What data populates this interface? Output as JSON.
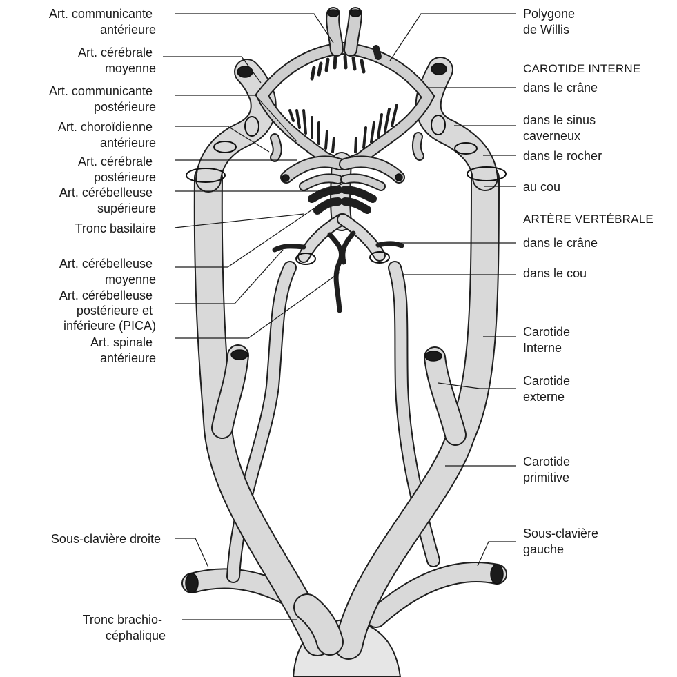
{
  "labels_left": [
    {
      "id": "comm-ant",
      "lines": [
        "Art. communicante",
        "antérieure"
      ]
    },
    {
      "id": "cer-moy",
      "lines": [
        "Art. cérébrale",
        "moyenne"
      ]
    },
    {
      "id": "comm-post",
      "lines": [
        "Art. communicante",
        "postérieure"
      ]
    },
    {
      "id": "choroid",
      "lines": [
        "Art. choroïdienne",
        "antérieure"
      ]
    },
    {
      "id": "cer-post",
      "lines": [
        "Art. cérébrale",
        "postérieure"
      ]
    },
    {
      "id": "cereb-sup",
      "lines": [
        "Art. cérébelleuse",
        "supérieure"
      ]
    },
    {
      "id": "tronc-bas",
      "lines": [
        "Tronc basilaire"
      ]
    },
    {
      "id": "cereb-moy",
      "lines": [
        "Art. cérébelleuse",
        "moyenne"
      ]
    },
    {
      "id": "pica",
      "lines": [
        "Art. cérébelleuse",
        "postérieure et",
        "inférieure (PICA)"
      ]
    },
    {
      "id": "spinale",
      "lines": [
        "Art. spinale",
        "antérieure"
      ]
    },
    {
      "id": "sous-clav-d",
      "lines": [
        "Sous-clavière droite"
      ]
    },
    {
      "id": "tronc-brachio",
      "lines": [
        "Tronc brachio-",
        "céphalique"
      ]
    }
  ],
  "labels_right": [
    {
      "id": "polygone",
      "lines": [
        "Polygone",
        "de Willis"
      ]
    },
    {
      "id": "carotide-interne-head",
      "lines": [
        "CAROTIDE INTERNE"
      ],
      "caps": true
    },
    {
      "id": "ci-crane",
      "lines": [
        "dans le crâne"
      ]
    },
    {
      "id": "ci-sinus",
      "lines": [
        "dans le sinus",
        "caverneux"
      ]
    },
    {
      "id": "ci-rocher",
      "lines": [
        "dans le rocher"
      ]
    },
    {
      "id": "ci-cou",
      "lines": [
        "au cou"
      ]
    },
    {
      "id": "vertebrale-head",
      "lines": [
        "ARTÈRE VERTÉBRALE"
      ],
      "caps": true
    },
    {
      "id": "av-crane",
      "lines": [
        "dans le crâne"
      ]
    },
    {
      "id": "av-cou",
      "lines": [
        "dans le cou"
      ]
    },
    {
      "id": "car-int",
      "lines": [
        "Carotide",
        "Interne"
      ]
    },
    {
      "id": "car-ext",
      "lines": [
        "Carotide",
        "externe"
      ]
    },
    {
      "id": "car-prim",
      "lines": [
        "Carotide",
        "primitive"
      ]
    },
    {
      "id": "sous-clav-g",
      "lines": [
        "Sous-clavière",
        "gauche"
      ]
    }
  ]
}
